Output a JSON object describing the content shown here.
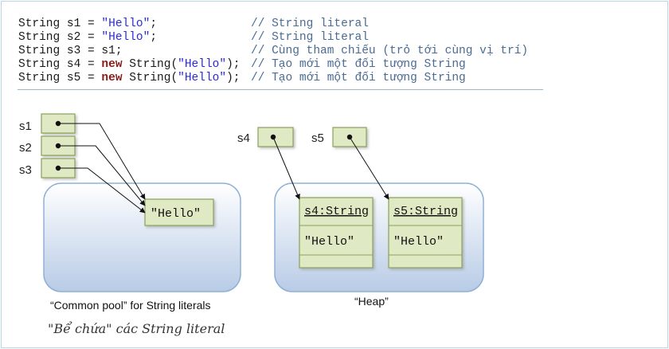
{
  "code": {
    "lines": [
      {
        "a": "String s1 = ",
        "str": "\"Hello\"",
        "b": ";",
        "comment": "// String literal"
      },
      {
        "a": "String s2 = ",
        "str": "\"Hello\"",
        "b": ";",
        "comment": "// String literal"
      },
      {
        "a": "String s3 = s1;",
        "str": "",
        "b": "",
        "comment": "// Cùng tham chiếu (trỏ tới cùng vị trí)"
      },
      {
        "a": "String s4 = ",
        "kw": "new",
        "a2": " String(",
        "str": "\"Hello\"",
        "b": ");",
        "comment": "// Tạo mới một đối tượng String"
      },
      {
        "a": "String s5 = ",
        "kw": "new",
        "a2": " String(",
        "str": "\"Hello\"",
        "b": ");",
        "comment": "// Tạo mới một đối tượng String"
      }
    ]
  },
  "diagram": {
    "refs": [
      "s1",
      "s2",
      "s3",
      "s4",
      "s5"
    ],
    "pool_value": "\"Hello\"",
    "heap_objects": [
      {
        "name": "s4:String",
        "value": "\"Hello\""
      },
      {
        "name": "s5:String",
        "value": "\"Hello\""
      }
    ],
    "pool_caption": "“Common pool” for String literals",
    "heap_caption": "“Heap”",
    "pool_note": "\"Bể chứa\" các String literal"
  },
  "colors": {
    "ref_box_fill": "#dfe9c4",
    "ref_box_stroke": "#8aa25a",
    "region_stroke": "#8fb0d6",
    "region_top": "#ffffff",
    "region_bottom": "#b8cbe6",
    "comment": "#4a6b94",
    "string_literal": "#2b2bd8",
    "keyword": "#8b1a1a"
  }
}
